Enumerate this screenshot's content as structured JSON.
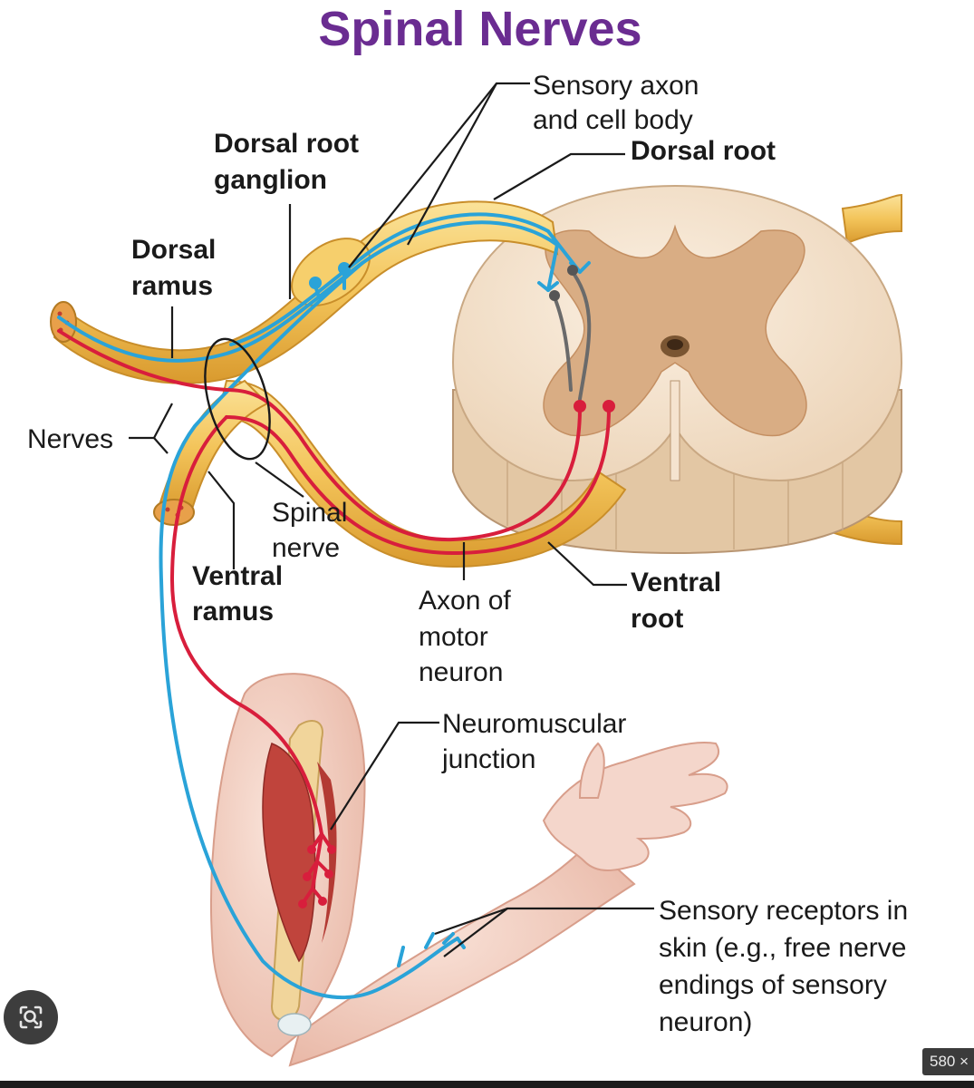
{
  "title": "Spinal Nerves",
  "labels": {
    "sensory_axon_l1": "Sensory axon",
    "sensory_axon_l2": "and cell body",
    "dorsal_root": "Dorsal root",
    "drg_l1": "Dorsal root",
    "drg_l2": "ganglion",
    "dorsal_ramus_l1": "Dorsal",
    "dorsal_ramus_l2": "ramus",
    "nerves": "Nerves",
    "spinal_nerve_l1": "Spinal",
    "spinal_nerve_l2": "nerve",
    "ventral_ramus_l1": "Ventral",
    "ventral_ramus_l2": "ramus",
    "axon_motor_l1": "Axon of",
    "axon_motor_l2": "motor",
    "axon_motor_l3": "neuron",
    "ventral_root_l1": "Ventral",
    "ventral_root_l2": "root",
    "nmj_l1": "Neuromuscular",
    "nmj_l2": "junction",
    "receptors_l1": "Sensory receptors in",
    "receptors_l2": "skin (e.g., free nerve",
    "receptors_l3": "endings of sensory",
    "receptors_l4": "neuron)"
  },
  "overlay": {
    "size_badge": "580 ×",
    "lens_icon": "image-search-icon"
  },
  "colors": {
    "title": "#6a2c91",
    "sensory_neuron": "#2aa3d8",
    "motor_neuron": "#d81e3c",
    "nerve": "#f2c45a",
    "white_matter": "#f6e6d2",
    "gray_matter": "#d9ad84",
    "skin": "#f3d2c7",
    "muscle": "#c0443c"
  }
}
